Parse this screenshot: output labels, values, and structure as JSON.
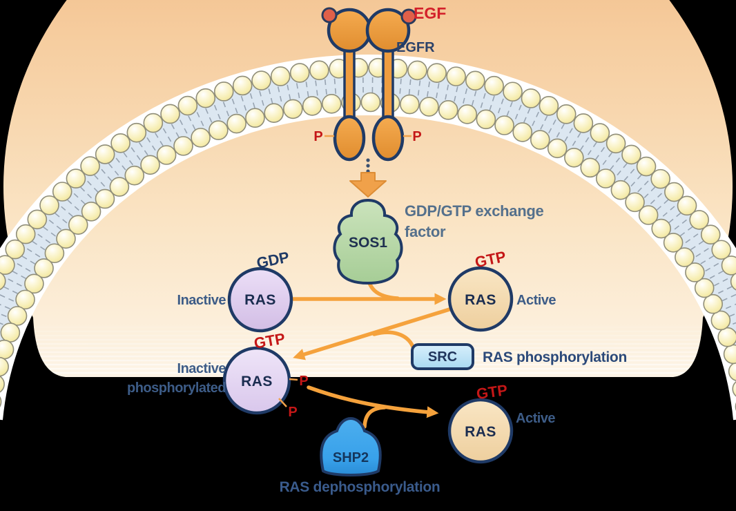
{
  "colors": {
    "background": "#000000",
    "arrow_orange": "#f5a23c",
    "block_arrow_orange": "#f0a14a",
    "membrane_band": "#dce7f1",
    "membrane_bead": "#f7efb5",
    "membrane_bead_edge": "#8f8d79",
    "membrane_tail": "#8b98a6",
    "cell_gradient_top": "#efb278",
    "cell_gradient_bottom": "#fdf4e6",
    "receptor_orange": "#f0a044",
    "ligand_coral": "#e06049",
    "outline_navy": "#1f3a66",
    "sos1_green": "#b9d8a9",
    "shp2_blue": "#38a1ea",
    "src_blue": "#bfe2f6",
    "ras_inactive_purple": "#dcc9ee",
    "ras_active_tan": "#f4dcb2",
    "label_red": "#c41717",
    "egf_red": "#d3202a",
    "label_navy": "#22406c",
    "label_slate": "#3d5c87",
    "gef_text": "#54708c",
    "phos_text": "#2b4979"
  },
  "receptor": {
    "ligand": "EGF",
    "name": "EGFR",
    "phospho": "P"
  },
  "exchange_factor": {
    "name": "SOS1",
    "role_line1": "GDP/GTP exchange",
    "role_line2": "factor"
  },
  "ras_states": {
    "inactive_gdp": {
      "label": "RAS",
      "nucleotide": "GDP",
      "state": "Inactive"
    },
    "active_gtp": {
      "label": "RAS",
      "nucleotide": "GTP",
      "state": "Active"
    },
    "inactive_phosphorylated": {
      "label": "RAS",
      "nucleotide": "GTP",
      "state_line1": "Inactive",
      "state_line2": "phosphorylated",
      "phospho": "P"
    },
    "active_gtp_2": {
      "label": "RAS",
      "nucleotide": "GTP",
      "state": "Active"
    }
  },
  "kinase": {
    "name": "SRC",
    "process": "RAS phosphorylation"
  },
  "phosphatase": {
    "name": "SHP2",
    "process": "RAS dephosphorylation"
  }
}
